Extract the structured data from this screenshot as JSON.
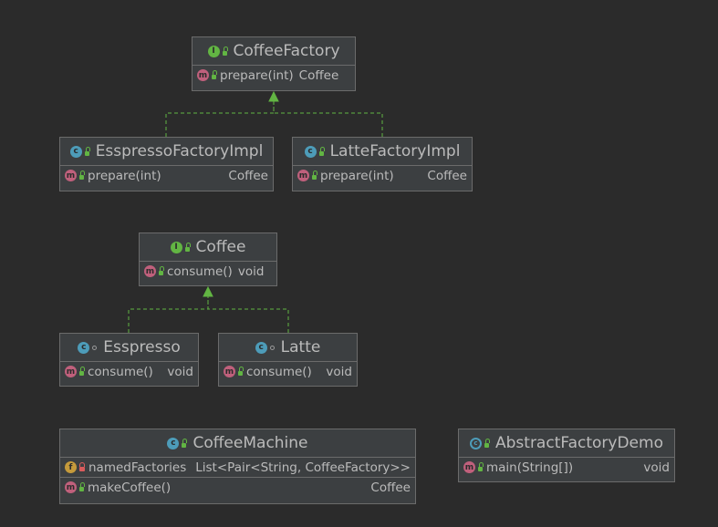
{
  "diagram": {
    "nodes": [
      {
        "id": "CoffeeFactory",
        "kind": "interface",
        "kind_icon": "interface-icon",
        "visibility": "public",
        "title": "CoffeeFactory",
        "members": [
          {
            "icon": "method-icon",
            "abstract": true,
            "visibility": "public",
            "name": "prepare(int)",
            "type": "Coffee"
          }
        ]
      },
      {
        "id": "EsspressoFactoryImpl",
        "kind": "class",
        "kind_icon": "class-icon",
        "visibility": "public",
        "title": "EsspressoFactoryImpl",
        "members": [
          {
            "icon": "method-icon",
            "abstract": false,
            "visibility": "public",
            "name": "prepare(int)",
            "type": "Coffee"
          }
        ]
      },
      {
        "id": "LatteFactoryImpl",
        "kind": "class",
        "kind_icon": "class-icon",
        "visibility": "public",
        "title": "LatteFactoryImpl",
        "members": [
          {
            "icon": "method-icon",
            "abstract": false,
            "visibility": "public",
            "name": "prepare(int)",
            "type": "Coffee"
          }
        ]
      },
      {
        "id": "Coffee",
        "kind": "interface",
        "kind_icon": "interface-icon",
        "visibility": "public",
        "title": "Coffee",
        "members": [
          {
            "icon": "method-icon",
            "abstract": true,
            "visibility": "public",
            "name": "consume()",
            "type": "void"
          }
        ]
      },
      {
        "id": "Esspresso",
        "kind": "class",
        "kind_icon": "class-icon",
        "visibility": "package",
        "title": "Esspresso",
        "members": [
          {
            "icon": "method-icon",
            "abstract": false,
            "visibility": "public",
            "name": "consume()",
            "type": "void"
          }
        ]
      },
      {
        "id": "Latte",
        "kind": "class",
        "kind_icon": "class-icon",
        "visibility": "package",
        "title": "Latte",
        "members": [
          {
            "icon": "method-icon",
            "abstract": false,
            "visibility": "public",
            "name": "consume()",
            "type": "void"
          }
        ]
      },
      {
        "id": "CoffeeMachine",
        "kind": "class",
        "kind_icon": "class-icon",
        "visibility": "public",
        "title": "CoffeeMachine",
        "members": [
          {
            "icon": "field-icon",
            "abstract": false,
            "visibility": "private",
            "name": "namedFactories",
            "type": "List<Pair<String, CoffeeFactory>>"
          },
          {
            "icon": "method-icon",
            "abstract": false,
            "visibility": "public",
            "name": "makeCoffee()",
            "type": "Coffee"
          }
        ]
      },
      {
        "id": "AbstractFactoryDemo",
        "kind": "class",
        "kind_icon": "class-icon",
        "visibility": "public",
        "title": "AbstractFactoryDemo",
        "members": [
          {
            "icon": "method-icon",
            "abstract": false,
            "visibility": "public",
            "name": "main(String[])",
            "type": "void"
          }
        ]
      }
    ],
    "edges": [
      {
        "from": "EsspressoFactoryImpl",
        "to": "CoffeeFactory",
        "relation": "implements"
      },
      {
        "from": "LatteFactoryImpl",
        "to": "CoffeeFactory",
        "relation": "implements"
      },
      {
        "from": "Esspresso",
        "to": "Coffee",
        "relation": "implements"
      },
      {
        "from": "Latte",
        "to": "Coffee",
        "relation": "implements"
      }
    ],
    "colors": {
      "background": "#2b2b2b",
      "node": "#3c3f41",
      "border": "#6b6b6b",
      "edge": "#62b543",
      "text": "#bbbbbb"
    }
  }
}
